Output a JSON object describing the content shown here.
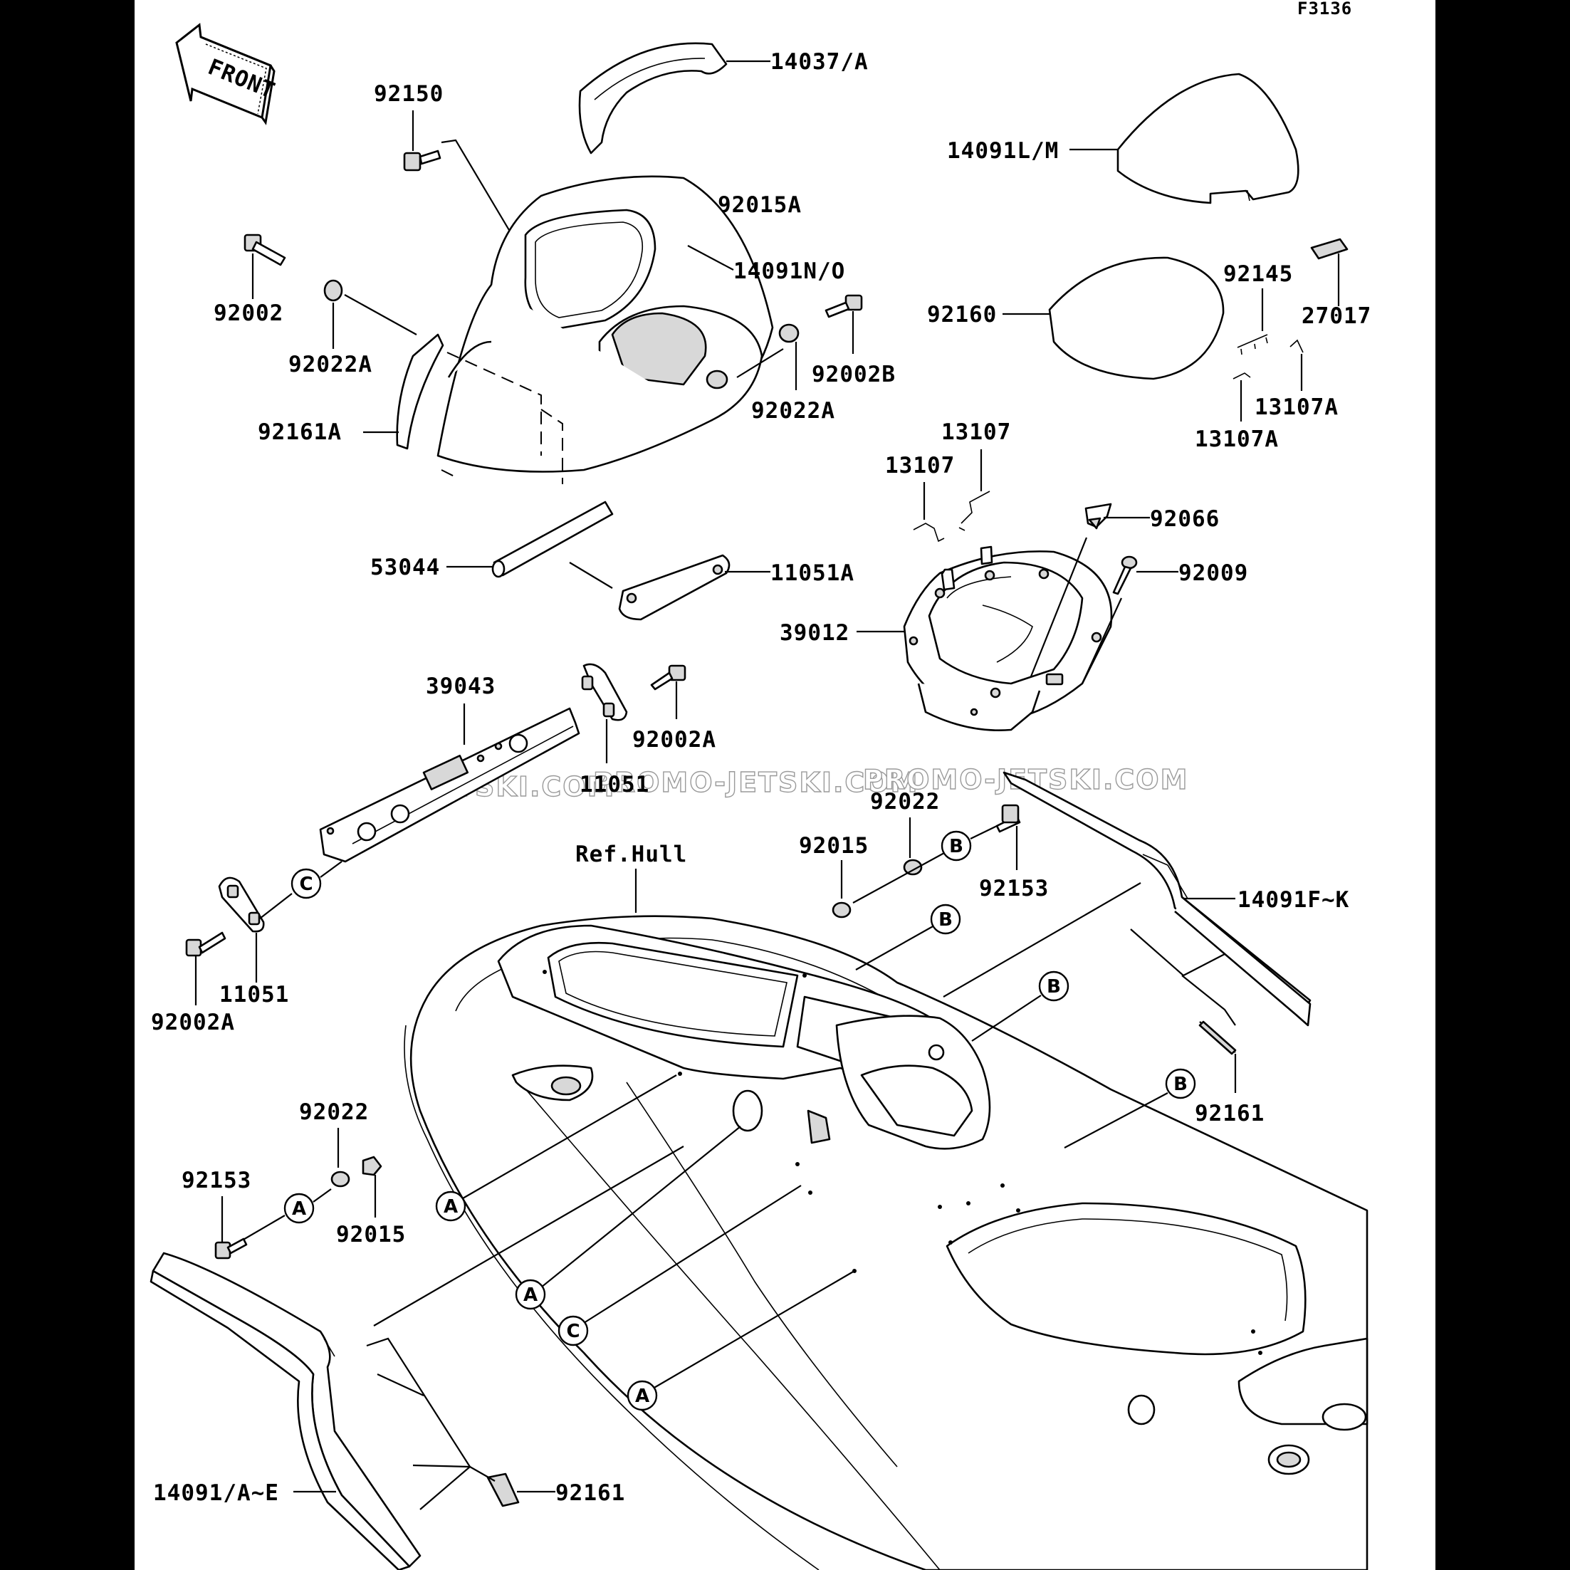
{
  "sheet_id": "F3136",
  "front_label": "FRONT",
  "reference_label": "Ref.Hull",
  "watermarks": [
    "JETSKI.COM",
    "PROMO-JETSKI.COM",
    "PROMO-JETSKI.COM"
  ],
  "callout_markers": {
    "a": "A",
    "b": "B",
    "c": "C"
  },
  "part_labels": {
    "p14037a": "14037/A",
    "p92150": "92150",
    "p92015a": "92015A",
    "p14091no": "14091N/O",
    "p92002": "92002",
    "p92022a_left": "92022A",
    "p92002b": "92002B",
    "p92022a_right": "92022A",
    "p92161a": "92161A",
    "p14091lm": "14091L/M",
    "p92145": "92145",
    "p27017": "27017",
    "p92160": "92160",
    "p13107a_upper": "13107A",
    "p13107a_lower": "13107A",
    "p13107_upper": "13107",
    "p13107_lower": "13107",
    "p92066": "92066",
    "p92009": "92009",
    "p53044": "53044",
    "p11051a": "11051A",
    "p39012": "39012",
    "p39043": "39043",
    "p92002a_upper": "92002A",
    "p11051_upper": "11051",
    "p92022_upper": "92022",
    "p92015_upper": "92015",
    "p92153_upper": "92153",
    "p14091fk": "14091F~K",
    "p11051_lower": "11051",
    "p92002a_lower": "92002A",
    "p92161_right": "92161",
    "p92022_lower": "92022",
    "p92153_lower": "92153",
    "p92015_lower": "92015",
    "p92161_lower": "92161",
    "p14091ae": "14091/A~E"
  }
}
